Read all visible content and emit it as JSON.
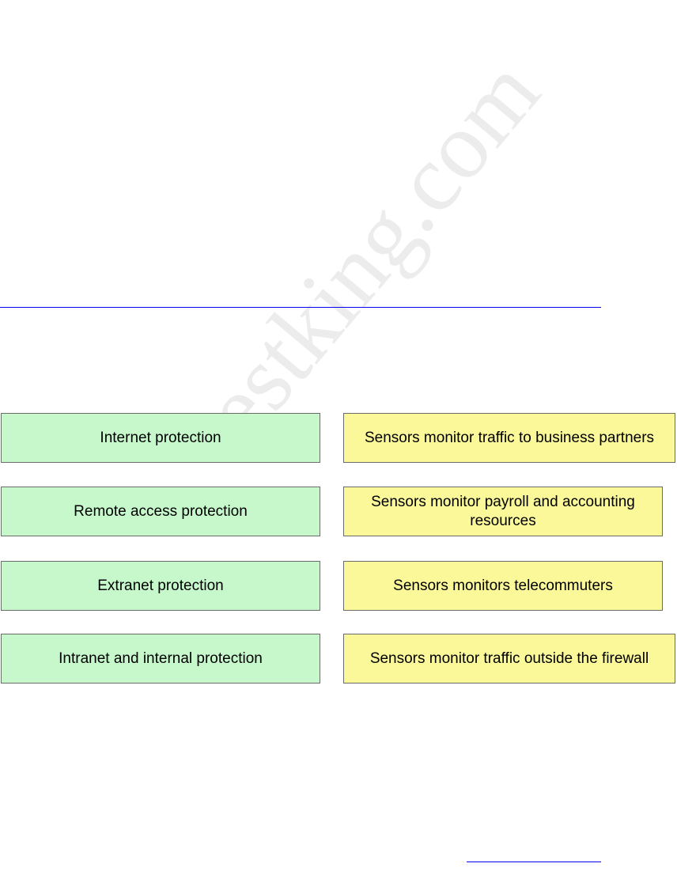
{
  "watermark": {
    "text": "testking.com"
  },
  "left_items": [
    {
      "label": "Internet protection"
    },
    {
      "label": "Remote access protection"
    },
    {
      "label": "Extranet protection"
    },
    {
      "label": "Intranet and internal protection"
    }
  ],
  "right_items": [
    {
      "label": "Sensors monitor traffic to business partners"
    },
    {
      "label": "Sensors monitor payroll and accounting resources"
    },
    {
      "label": "Sensors monitors telecommuters"
    },
    {
      "label": "Sensors monitor traffic outside the firewall"
    }
  ],
  "colors": {
    "left_box": "#c6f8cc",
    "right_box": "#fbf89a",
    "link": "#0000ee"
  }
}
